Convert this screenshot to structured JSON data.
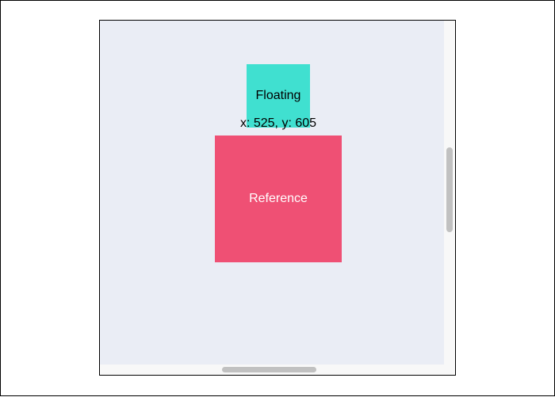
{
  "floating": {
    "label": "Floating",
    "color": "#40e0d0"
  },
  "reference": {
    "label": "Reference",
    "color": "#ef5074"
  },
  "coordinates": {
    "text": "x: 525, y: 605"
  },
  "scroll_area": {
    "background": "#eaedf5"
  }
}
